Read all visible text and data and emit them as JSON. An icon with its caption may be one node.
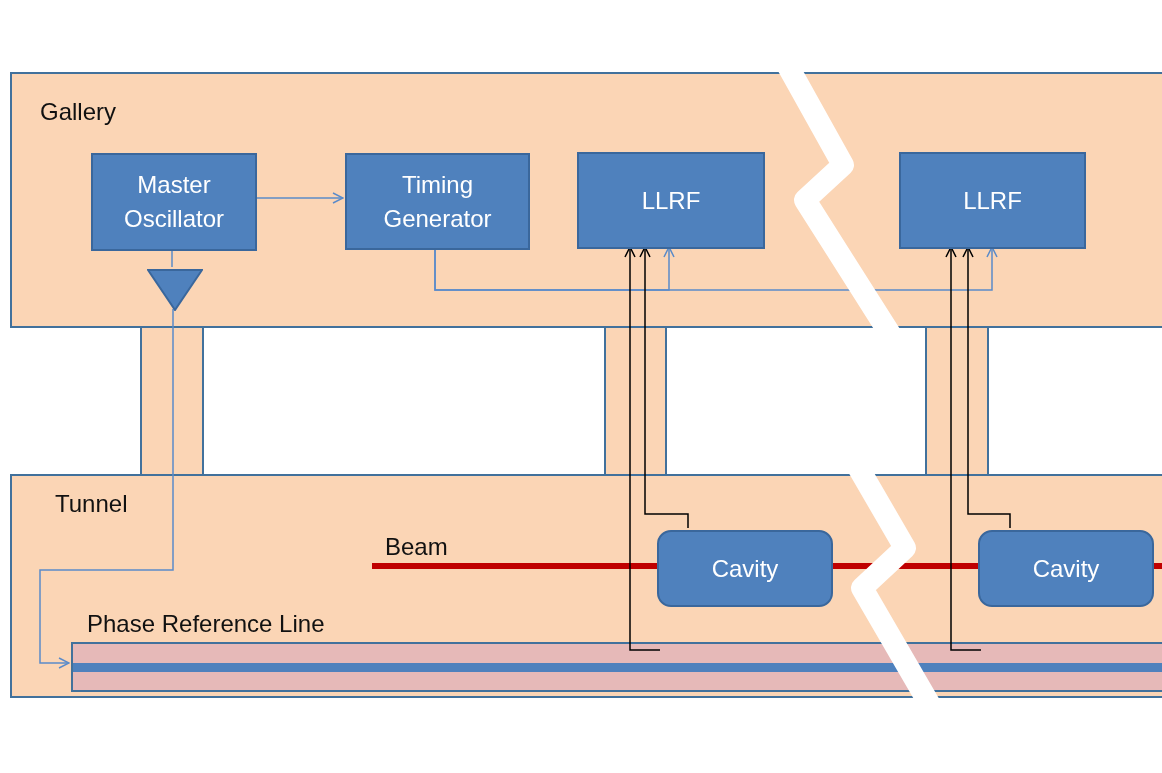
{
  "diagram": {
    "nodes": [
      {
        "text": [
          "Gallery"
        ]
      },
      {
        "text": [
          "Master Oscillator"
        ],
        "in": 0
      },
      {
        "text": [
          "Timing Generator"
        ],
        "in": 0
      },
      {
        "text": [
          "LLRF"
        ],
        "in": 0
      },
      {
        "text": [
          "LLRF"
        ],
        "in": 0
      },
      {
        "text": [],
        "shape": "triangle",
        "in": 0
      },
      {
        "text": [
          "Tunnel"
        ]
      },
      {
        "text": [
          "Cavity"
        ],
        "in": 6
      },
      {
        "text": [
          "Cavity"
        ],
        "in": 6
      },
      {
        "text": [
          "Phase Reference Line"
        ],
        "in": 6
      }
    ],
    "edges": [
      {
        "from": 1,
        "to": 2,
        "arrow": "to"
      },
      {
        "from": 1,
        "to": 5,
        "arrow": "none"
      },
      {
        "from": 5,
        "to": 9,
        "arrow": "to"
      },
      {
        "from": 2,
        "to": 3,
        "arrow": "to"
      },
      {
        "from": 2,
        "to": 4,
        "arrow": "to"
      },
      {
        "from": 9,
        "to": 3,
        "arrow": "to",
        "color": "#000000"
      },
      {
        "from": 7,
        "to": 3,
        "arrow": "to",
        "color": "#000000"
      },
      {
        "from": 9,
        "to": 4,
        "arrow": "to",
        "color": "#000000"
      },
      {
        "from": 8,
        "to": 4,
        "arrow": "to",
        "color": "#000000"
      }
    ],
    "labels": [
      "Beam"
    ]
  }
}
